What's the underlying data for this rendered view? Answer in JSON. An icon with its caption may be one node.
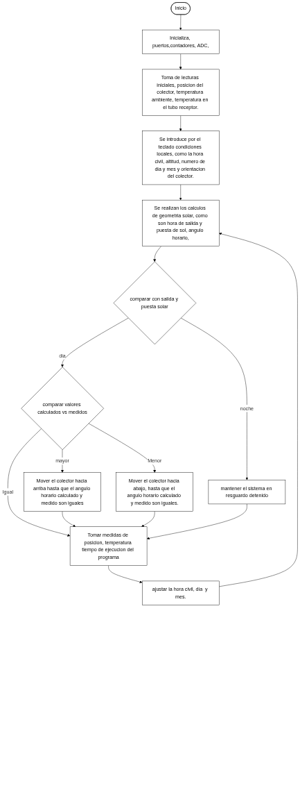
{
  "diagram": {
    "nodes": [
      {
        "text": [
          "Inicio"
        ]
      },
      {
        "text": [
          "Inicializa, puertos,contadores, ADC,"
        ]
      },
      {
        "text": [
          "Toma de lecturas iniciales, posicion del colector, temperatura ambiente, temperatura en el tubo receptor."
        ]
      },
      {
        "text": [
          "Se introduce por el teclado condiciones locales, como la hora civil, altitud, numero de dia y mes y orientacion del colector."
        ]
      },
      {
        "text": [
          "Se realizan los calculos de geometria solar, como son hora de salida y puesta de sol, angulo horario,"
        ]
      },
      {
        "text": [
          "comparar con salida y puesta solar"
        ]
      },
      {
        "text": [
          "mantener el sistema en resguardo detenido"
        ]
      },
      {
        "text": [
          "comparar valores calculados vs medidos"
        ]
      },
      {
        "text": [
          "Mover el colector hacia abajo, hasta que el angulo horario calculado y medido son iguales."
        ]
      },
      {
        "text": [
          "Mover el colector hacia arriba hasta que el angulo horario calculado y medido son iguales"
        ]
      },
      {
        "text": [
          "Tomar medidas de posicion, temperatura tiempo de ejecucion del programa"
        ]
      },
      {
        "text": [
          "ajustar la hora civil, dia  y mes."
        ]
      }
    ],
    "edges": [
      {
        "from": 0,
        "to": 1,
        "arrow": "to"
      },
      {
        "from": 1,
        "to": 2,
        "arrow": "to"
      },
      {
        "from": 2,
        "to": 3,
        "arrow": "to"
      },
      {
        "from": 3,
        "to": 4,
        "arrow": "to"
      },
      {
        "from": 4,
        "to": 5,
        "arrow": "to"
      },
      {
        "from": 5,
        "to": 6,
        "label": "noche",
        "arrow": "to"
      },
      {
        "from": 5,
        "to": 7,
        "label": "dia",
        "arrow": "to"
      },
      {
        "from": 7,
        "to": 8,
        "label": "Menor",
        "arrow": "to"
      },
      {
        "from": 7,
        "to": 9,
        "label": "mayor",
        "arrow": "to"
      },
      {
        "from": 7,
        "to": 10,
        "label": "Igual",
        "arrow": "to"
      },
      {
        "from": 9,
        "to": 10,
        "arrow": "to"
      },
      {
        "from": 8,
        "to": 10,
        "arrow": "to"
      },
      {
        "from": 6,
        "to": 10,
        "arrow": "to"
      },
      {
        "from": 11,
        "to": 4,
        "arrow": "to"
      },
      {
        "from": 10,
        "to": 11,
        "arrow": "to"
      }
    ]
  }
}
